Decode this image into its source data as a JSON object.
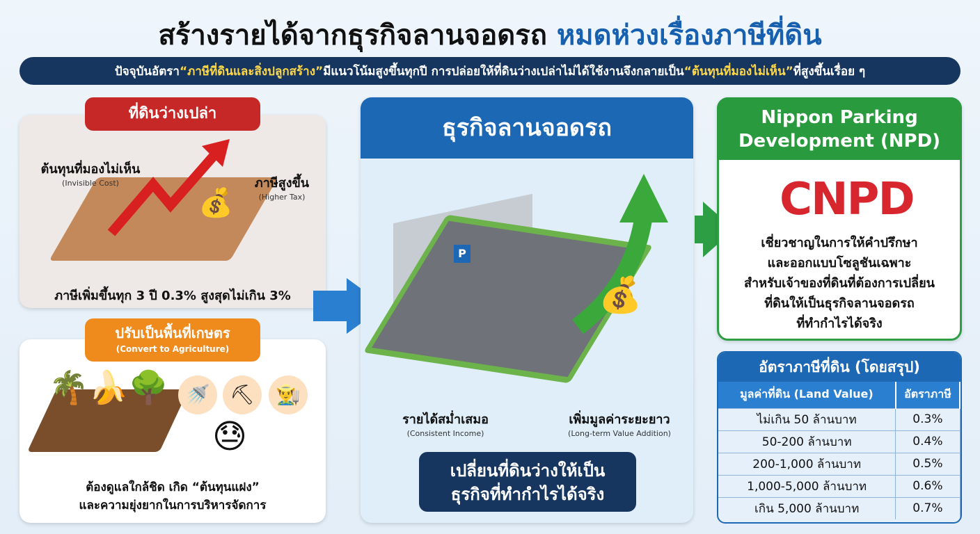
{
  "header": {
    "title_main": "สร้างรายได้จากธุรกิจลานจอดรถ",
    "title_highlight": "หมดห่วงเรื่องภาษีที่ดิน"
  },
  "banner": {
    "part1": "ปัจจุบันอัตรา ",
    "quote1": "“ภาษีที่ดินและสิ่งปลูกสร้าง”",
    "part2": " มีแนวโน้มสูงขึ้นทุกปี การปล่อยให้ที่ดินว่างเปล่าไม่ได้ใช้งานจึงกลายเป็น ",
    "quote2": "“ต้นทุนที่มองไม่เห็น”",
    "part3": " ที่สูงขึ้นเรื่อย ๆ"
  },
  "vacant": {
    "title": "ที่ดินว่างเปล่า",
    "cost_th": "ต้นทุนที่มองไม่เห็น",
    "cost_en": "(Invisible Cost)",
    "tax_th": "ภาษีสูงขึ้น",
    "tax_en": "(Higher Tax)",
    "note": "ภาษีเพิ่มขึ้นทุก 3 ปี 0.3% สูงสุดไม่เกิน 3%"
  },
  "agri": {
    "title": "ปรับเป็นพื้นที่เกษตร",
    "title_en": "(Convert to Agriculture)",
    "note1": "ต้องดูแลใกล้ชิด เกิด “ต้นทุนแฝง”",
    "note2": "และความยุ่งยากในการบริหารจัดการ",
    "icons": [
      "watering-can-icon",
      "shovel-fork-icon",
      "farmer-icon",
      "stressed-person-icon"
    ]
  },
  "parking": {
    "title": "ธุรกิจลานจอดรถ",
    "sign": "P",
    "income_th": "รายได้สม่ำเสมอ",
    "income_en": "(Consistent Income)",
    "value_th": "เพิ่มมูลค่าระยะยาว",
    "value_en": "(Long-term Value Addition)",
    "cta1": "เปลี่ยนที่ดินว่างให้เป็น",
    "cta2": "ธุรกิจที่ทำกำไรได้จริง"
  },
  "npd": {
    "title1": "Nippon Parking",
    "title2": "Development (NPD)",
    "logo": "NPD",
    "desc": [
      "เชี่ยวชาญในการให้คำปรึกษา",
      "และออกแบบโซลูชันเฉพาะ",
      "สำหรับเจ้าของที่ดินที่ต้องการเปลี่ยน",
      "ที่ดินให้เป็นธุรกิจลานจอดรถ",
      "ที่ทำกำไรได้จริง"
    ]
  },
  "tax_table": {
    "title": "อัตราภาษีที่ดิน (โดยสรุป)",
    "col1": "มูลค่าที่ดิน (Land Value)",
    "col2": "อัตราภาษี",
    "rows": [
      [
        "ไม่เกิน 50 ล้านบาท",
        "0.3%"
      ],
      [
        "50-200 ล้านบาท",
        "0.4%"
      ],
      [
        "200-1,000 ล้านบาท",
        "0.5%"
      ],
      [
        "1,000-5,000 ล้านบาท",
        "0.6%"
      ],
      [
        "เกิน 5,000 ล้านบาท",
        "0.7%"
      ]
    ]
  },
  "colors": {
    "navy": "#17365f",
    "blue": "#1d68b5",
    "green": "#2a9a3e",
    "red": "#c62828",
    "orange": "#ef8a1c",
    "yellow": "#ffd84a"
  }
}
